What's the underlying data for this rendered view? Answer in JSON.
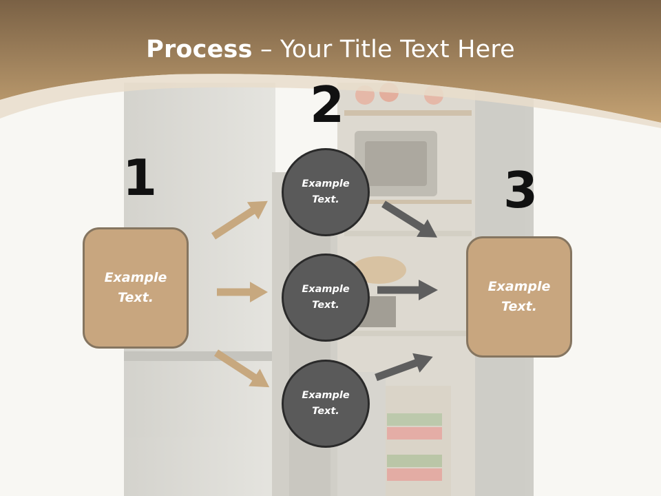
{
  "slide": {
    "title_bold": "Process",
    "title_rest": " – Your Title Text Here",
    "steps": [
      "1",
      "2",
      "3"
    ],
    "box_left_text": "Example\nText.",
    "box_right_text": "Example\nText.",
    "circles": [
      "Example\nText.",
      "Example\nText.",
      "Example\nText."
    ]
  },
  "colors": {
    "header_top": "#7a6145",
    "header_bottom": "#c4a273",
    "box_fill": "#c8a67f",
    "box_border": "#857560",
    "circle_fill": "#5a5a5a",
    "arrow_tan": "#c7a87f",
    "arrow_gray": "#5e5e5e"
  }
}
